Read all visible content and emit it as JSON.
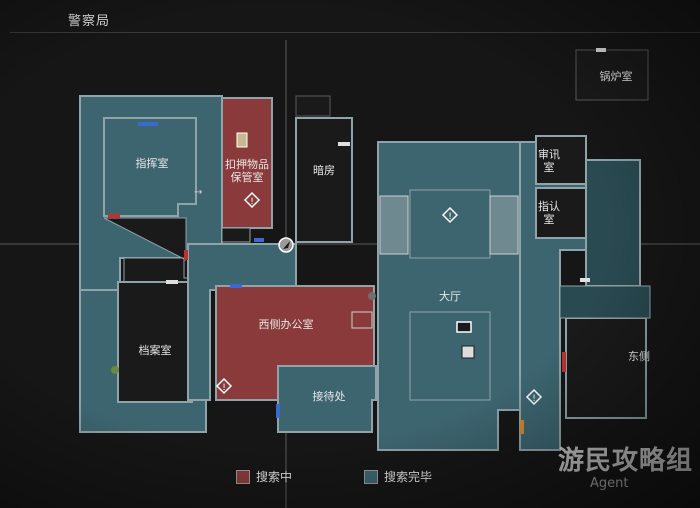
{
  "map": {
    "title": "警察局",
    "rooms": {
      "command": "指挥室",
      "evidence": "扣押物品\n保管室",
      "darkroom": "暗房",
      "interrogation": "审讯\n室",
      "identification": "指认\n室",
      "boiler": "锅炉室",
      "hall": "大厅",
      "west_office": "西侧办公室",
      "records": "档案室",
      "reception": "接待处",
      "east": "东侧"
    }
  },
  "legend": {
    "searching": "搜索中",
    "complete": "搜索完毕",
    "searching_color": "#8a3a3a",
    "complete_color": "#3d6570"
  },
  "watermark": {
    "main": "游民攻略组",
    "sub": "Agent"
  },
  "colors": {
    "explored": "#3d6570",
    "searching": "#8a3a3a",
    "unexplored": "#1a1a1a",
    "wall": "#8fa3a8"
  }
}
